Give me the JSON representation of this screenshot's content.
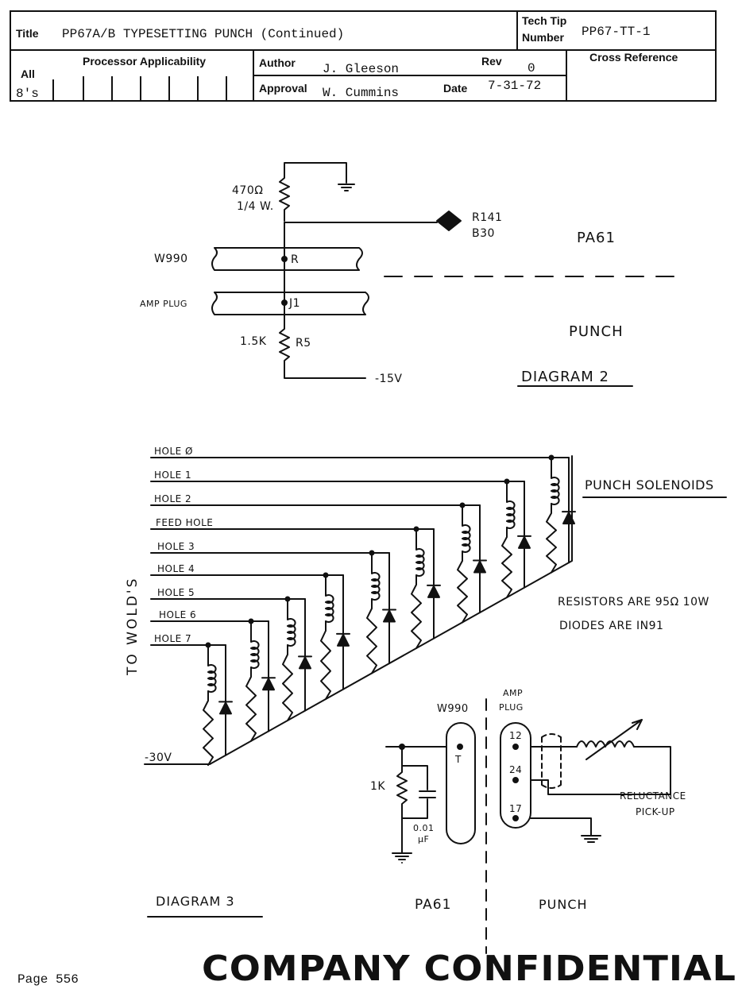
{
  "header": {
    "title_label": "Title",
    "title_value": "PP67A/B TYPESETTING PUNCH (Continued)",
    "techtip_label_1": "Tech Tip",
    "techtip_label_2": "Number",
    "techtip_value": "PP67-TT-1",
    "applicability_label": "Processor Applicability",
    "all_label": "All",
    "eights_label": "8's",
    "author_label": "Author",
    "author_value": "J. Gleeson",
    "rev_label": "Rev",
    "rev_value": "0",
    "approval_label": "Approval",
    "approval_value": "W. Cummins",
    "date_label": "Date",
    "date_value": "7-31-72",
    "crossref_label": "Cross Reference"
  },
  "diagram2": {
    "title": "DIAGRAM 2",
    "r_top_label_1": "470Ω",
    "r_top_label_2": "1/4 W.",
    "r141_1": "R141",
    "r141_2": "B30",
    "w990": "W990",
    "r_pin": "R",
    "amp_plug": "AMP PLUG",
    "j1": "J1",
    "r5_value": "1.5K",
    "r5": "R5",
    "neg15": "-15V",
    "pa61": "PA61",
    "punch": "PUNCH"
  },
  "diagram3": {
    "title": "DIAGRAM 3",
    "holes": [
      "HOLE Ø",
      "HOLE 1",
      "HOLE 2",
      "FEED HOLE",
      "HOLE 3",
      "HOLE 4",
      "HOLE 5",
      "HOLE 6",
      "HOLE 7"
    ],
    "to_wolds": "TO WOLD'S",
    "neg30": "-30V",
    "punch_solenoids": "PUNCH SOLENOIDS",
    "note1": "RESISTORS ARE 95Ω 10W",
    "note2": "DIODES ARE IN91",
    "w990": "W990",
    "w990_pin": "T",
    "amp_plug_1": "AMP",
    "amp_plug_2": "PLUG",
    "pin12": "12",
    "pin24": "24",
    "pin17": "17",
    "r1k": "1K",
    "cap_1": "0.01",
    "cap_2": "µF",
    "reluctance_1": "RELUCTANCE",
    "reluctance_2": "PICK-UP",
    "pa61": "PA61",
    "punch": "PUNCH"
  },
  "footer": {
    "page": "Page 556",
    "stamp": "COMPANY CONFIDENTIAL"
  }
}
